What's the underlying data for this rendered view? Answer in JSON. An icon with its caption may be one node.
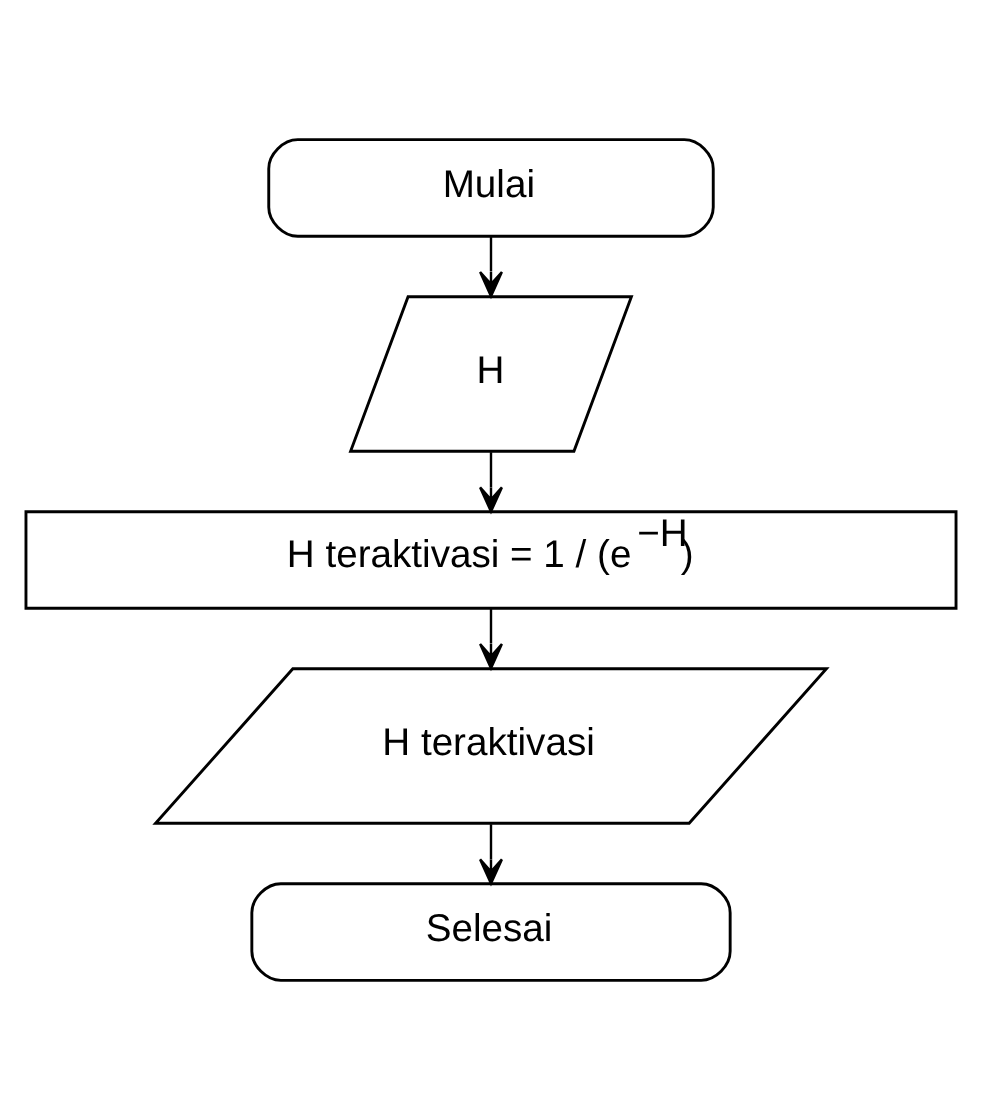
{
  "diagram": {
    "nodes": [
      {
        "text": [
          "Mulai"
        ]
      },
      {
        "text": [
          "H"
        ]
      },
      {
        "text": [
          "H teraktivasi = 1 / (e$^{−H}$)"
        ]
      },
      {
        "text": [
          "H teraktivasi"
        ]
      },
      {
        "text": [
          "Selesai"
        ]
      }
    ],
    "edges": [
      {
        "from": 0,
        "to": 1,
        "arrow": "to"
      },
      {
        "from": 1,
        "to": 2,
        "arrow": "to"
      },
      {
        "from": 2,
        "to": 3,
        "arrow": "to"
      },
      {
        "from": 3,
        "to": 4,
        "arrow": "to"
      }
    ]
  }
}
